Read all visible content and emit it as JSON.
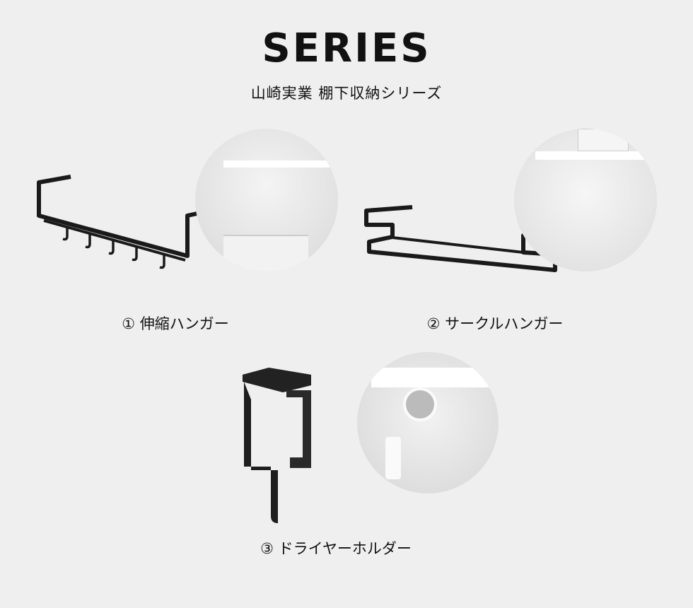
{
  "header": {
    "title": "SERIES",
    "subtitle": "山崎実業 棚下収納シリーズ"
  },
  "products": [
    {
      "label": "① 伸縮ハンガー",
      "icon": "telescopic-hanger-icon"
    },
    {
      "label": "② サークルハンガー",
      "icon": "circle-hanger-icon"
    },
    {
      "label": "③ ドライヤーホルダー",
      "icon": "dryer-holder-icon"
    }
  ]
}
